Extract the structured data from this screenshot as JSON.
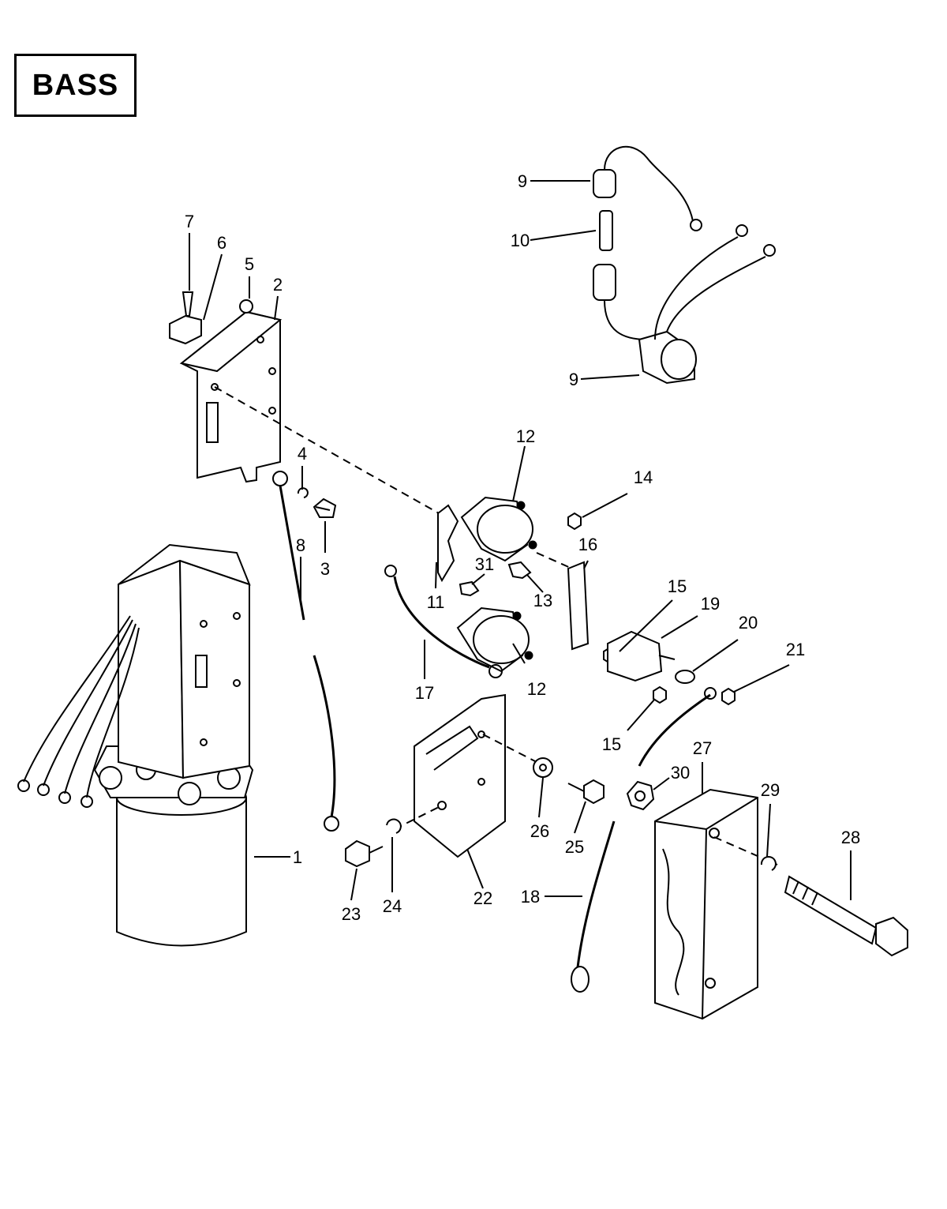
{
  "badge": "BASS",
  "callouts": [
    "1",
    "2",
    "3",
    "4",
    "5",
    "6",
    "7",
    "8",
    "9",
    "9",
    "10",
    "11",
    "12",
    "12",
    "13",
    "14",
    "15",
    "15",
    "16",
    "17",
    "18",
    "19",
    "20",
    "21",
    "22",
    "23",
    "24",
    "25",
    "26",
    "27",
    "28",
    "29",
    "30",
    "31"
  ]
}
